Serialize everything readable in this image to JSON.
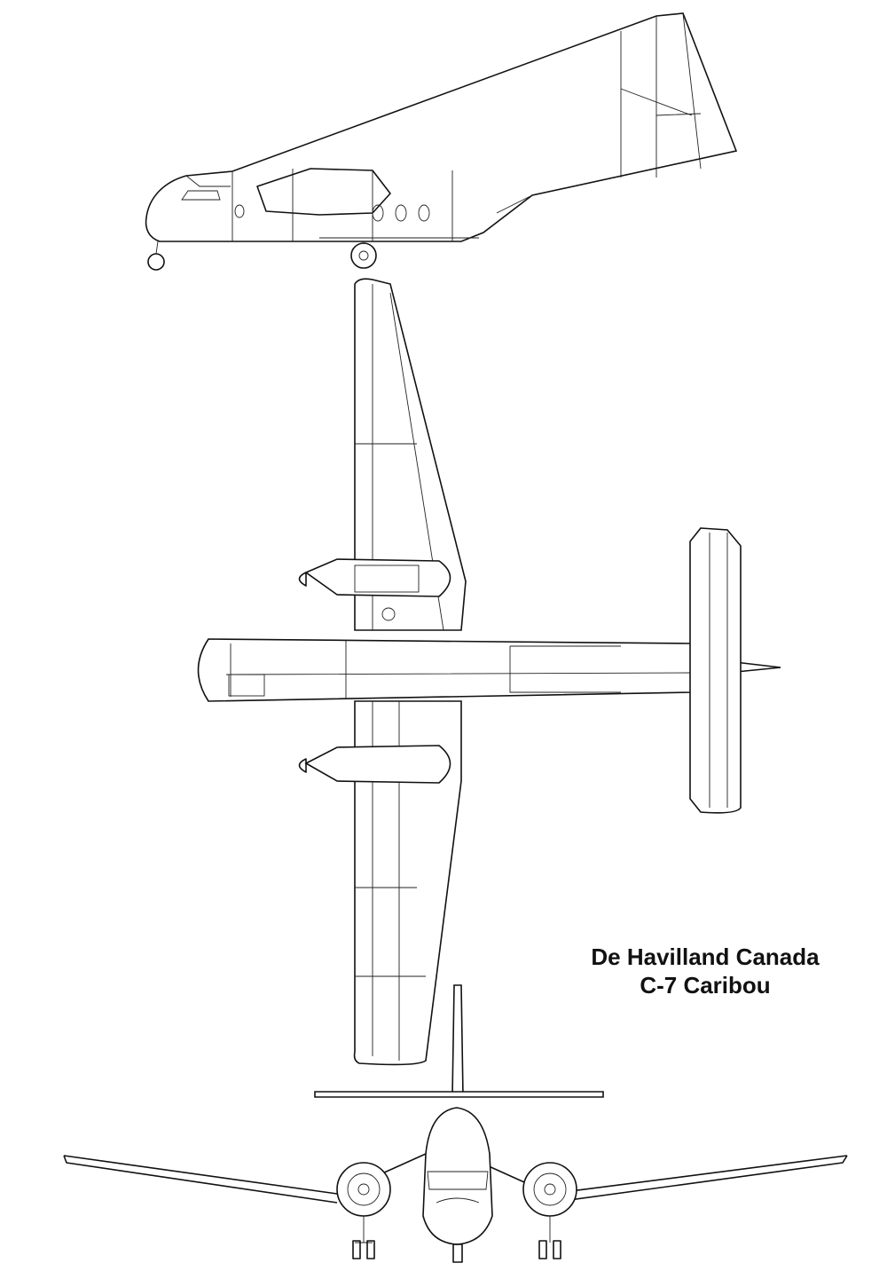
{
  "caption": {
    "line1": "De Havilland Canada",
    "line2": "C-7 Caribou"
  },
  "views": [
    "side-view",
    "top-view",
    "front-view"
  ]
}
